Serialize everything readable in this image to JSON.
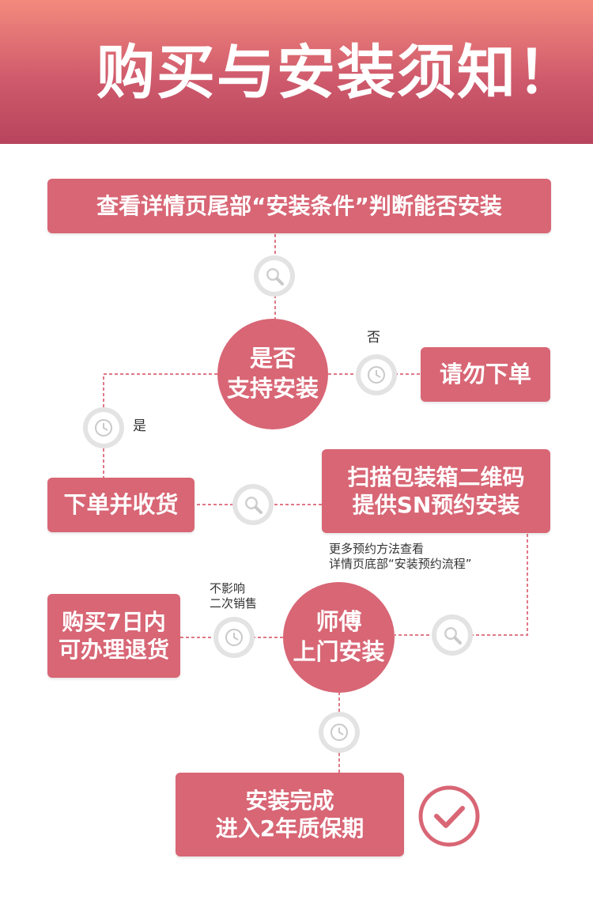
{
  "header": {
    "title": "购买与安装须知！"
  },
  "steps": {
    "check_conditions": "查看详情页尾部“安装条件”判断能否安装",
    "supported_q": {
      "line1": "是否",
      "line2": "支持安装"
    },
    "dont_order": "请勿下单",
    "place_order": "下单并收货",
    "scan_qr": {
      "line1": "扫描包装箱二维码",
      "line2": "提供SN预约安装"
    },
    "return_7days": {
      "line1": "购买7日内",
      "line2": "可办理退货"
    },
    "technician": {
      "line1": "师傅",
      "line2": "上门安装"
    },
    "complete": {
      "line1": "安装完成",
      "line2": "进入2年质保期"
    }
  },
  "labels": {
    "no": "否",
    "yes": "是",
    "more_methods": {
      "line1": "更多预约方法查看",
      "line2": "详情页底部“安装预约流程”"
    },
    "no_affect": {
      "line1": "不影响",
      "line2": "二次销售"
    }
  },
  "colors": {
    "node": "#d86675",
    "header_top": "#f38a7d",
    "header_bottom": "#b7445c",
    "connector": "#e07886",
    "badge": "#e3e3e3",
    "icon": "#c9c9c9"
  },
  "icons": [
    "search-icon",
    "clock-icon",
    "check-icon"
  ]
}
